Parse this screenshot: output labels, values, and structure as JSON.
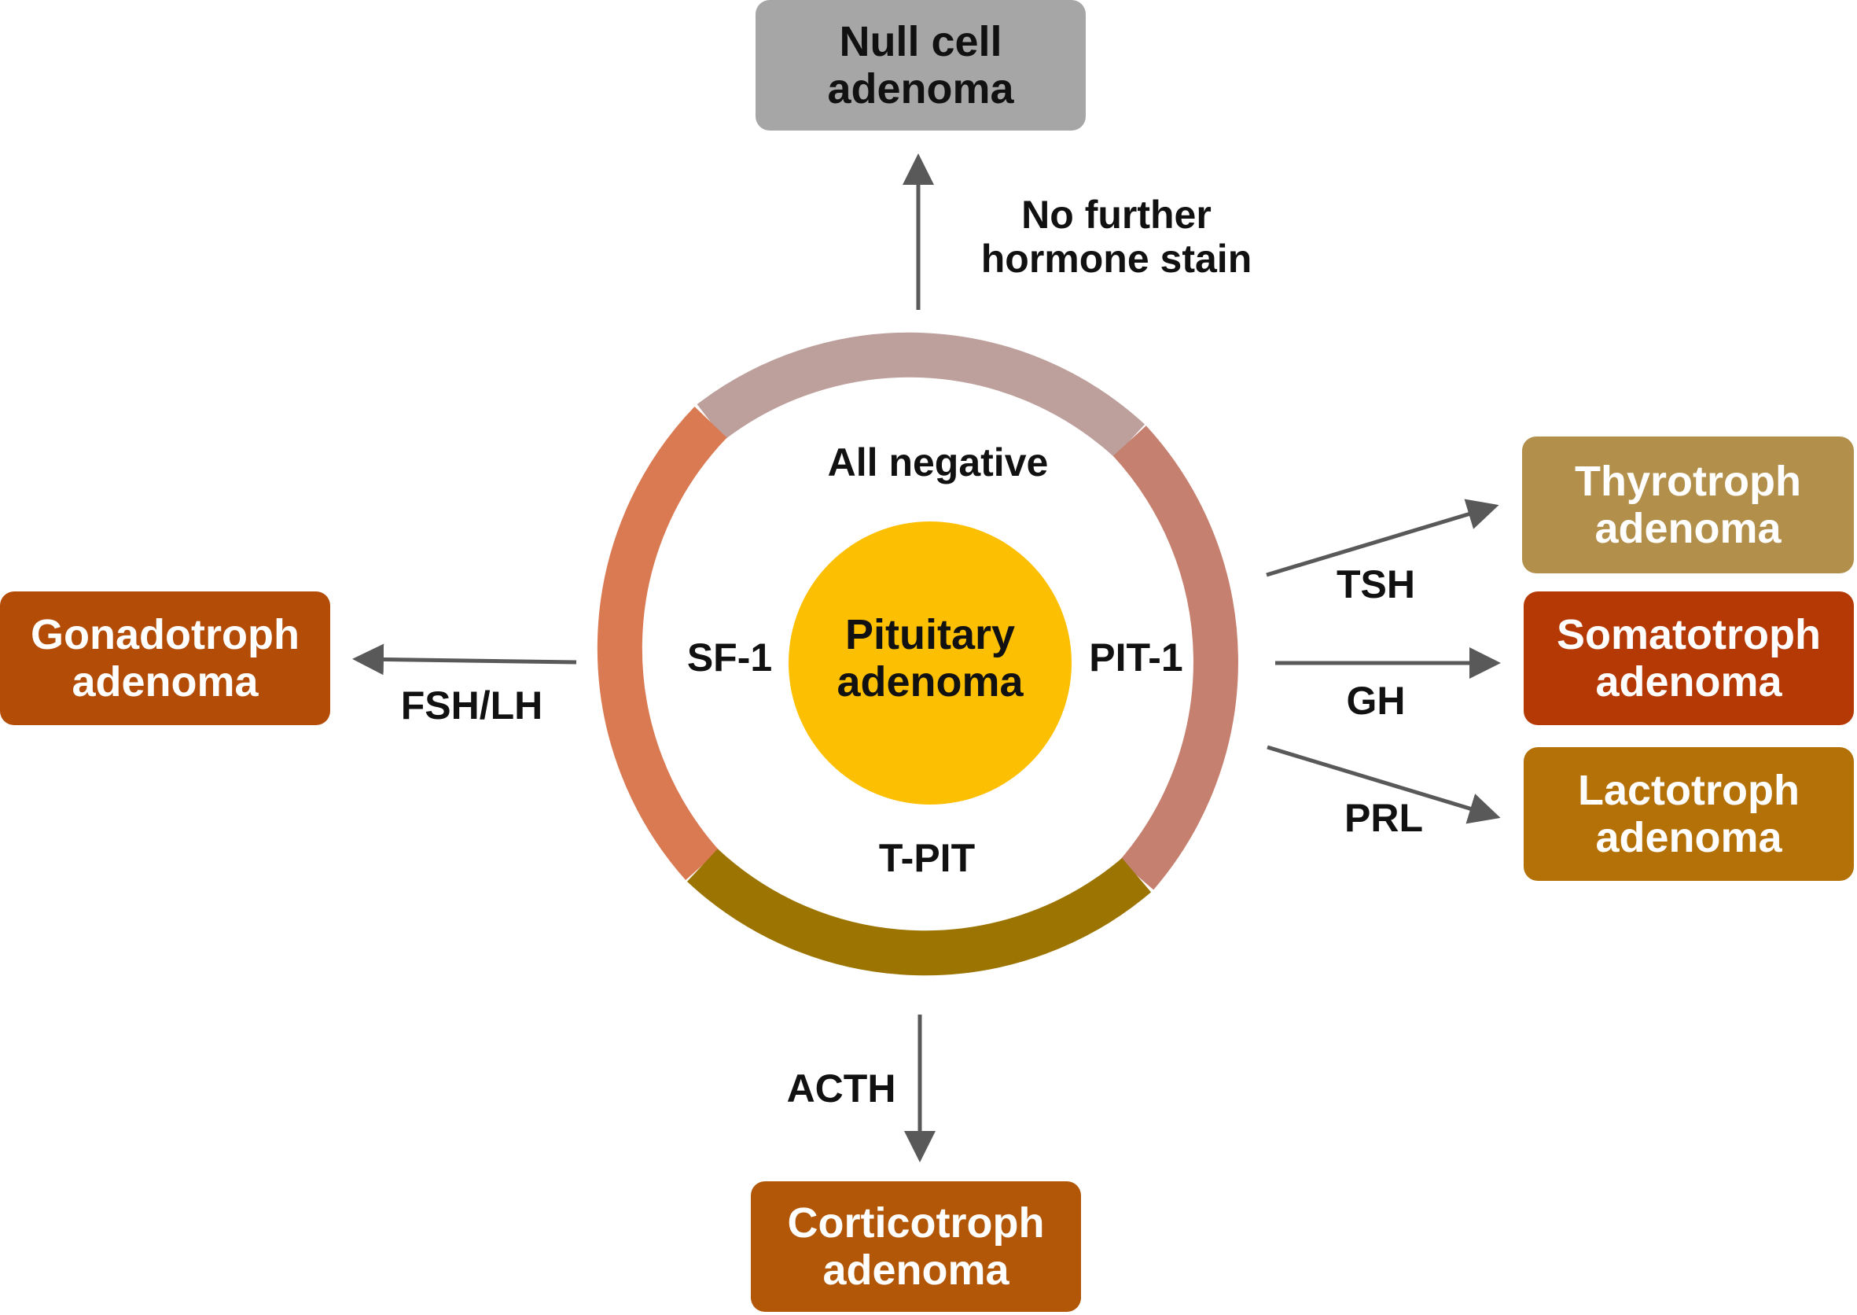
{
  "center": {
    "line1": "Pituitary",
    "line2": "adenoma"
  },
  "ring_labels": {
    "top": "All negative",
    "left": "SF-1",
    "right": "PIT-1",
    "bottom": "T-PIT"
  },
  "edges": {
    "up": {
      "line1": "No further",
      "line2": "hormone stain"
    },
    "left": "FSH/LH",
    "down": "ACTH",
    "tsh": "TSH",
    "gh": "GH",
    "prl": "PRL"
  },
  "boxes": {
    "null_cell": {
      "line1": "Null cell",
      "line2": "adenoma"
    },
    "gonadotroph": {
      "line1": "Gonadotroph",
      "line2": "adenoma"
    },
    "corticotroph": {
      "line1": "Corticotroph",
      "line2": "adenoma"
    },
    "thyrotroph": {
      "line1": "Thyrotroph",
      "line2": "adenoma"
    },
    "somatotroph": {
      "line1": "Somatotroph",
      "line2": "adenoma"
    },
    "lactotroph": {
      "line1": "Lactotroph",
      "line2": "adenoma"
    }
  },
  "colors": {
    "ring_top": "#BD9F9C",
    "ring_left": "#D97A52",
    "ring_right": "#C5806F",
    "ring_bottom": "#9C7402",
    "center": "#FCBF01",
    "null_cell": "#A6A6A6",
    "gonadotroph": "#B34C06",
    "corticotroph": "#B25708",
    "thyrotroph": "#B28F4A",
    "somatotroph": "#B43904",
    "lactotroph": "#B47108",
    "arrow": "#595959"
  }
}
